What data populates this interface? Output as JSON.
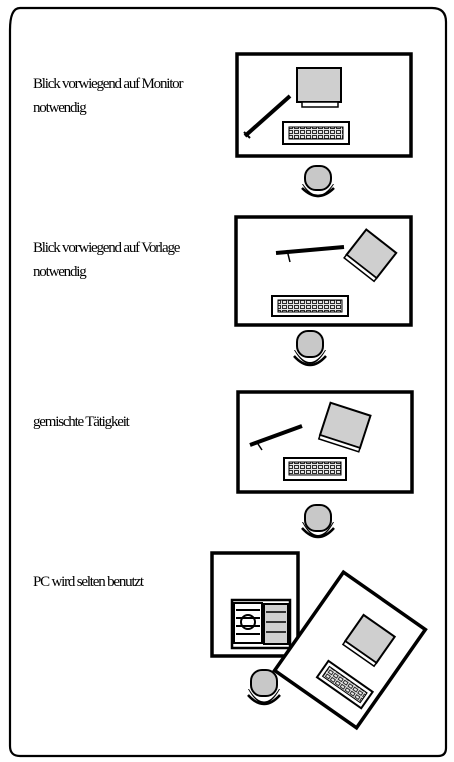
{
  "sections": [
    {
      "line1": "Blick vorwiegend auf Monitor",
      "line2": "notwendig"
    },
    {
      "line1": "Blick vorwiegend auf Vorlage",
      "line2": "notwendig"
    },
    {
      "line1": "gemischte Tätigkeit",
      "line2": ""
    },
    {
      "line1": "PC wird selten benutzt",
      "line2": ""
    }
  ],
  "icons": [
    "monitor-icon",
    "keyboard-icon",
    "document-holder-icon",
    "person-icon",
    "printer-icon",
    "desk-icon"
  ]
}
